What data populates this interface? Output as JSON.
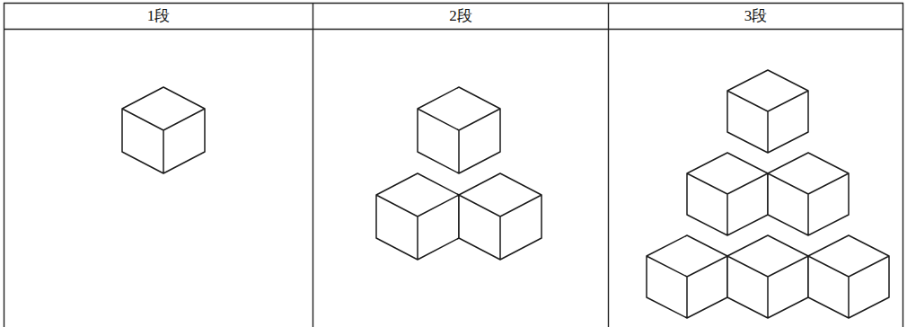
{
  "diagram": {
    "labels": [
      "1段",
      "2段",
      "3段"
    ]
  }
}
